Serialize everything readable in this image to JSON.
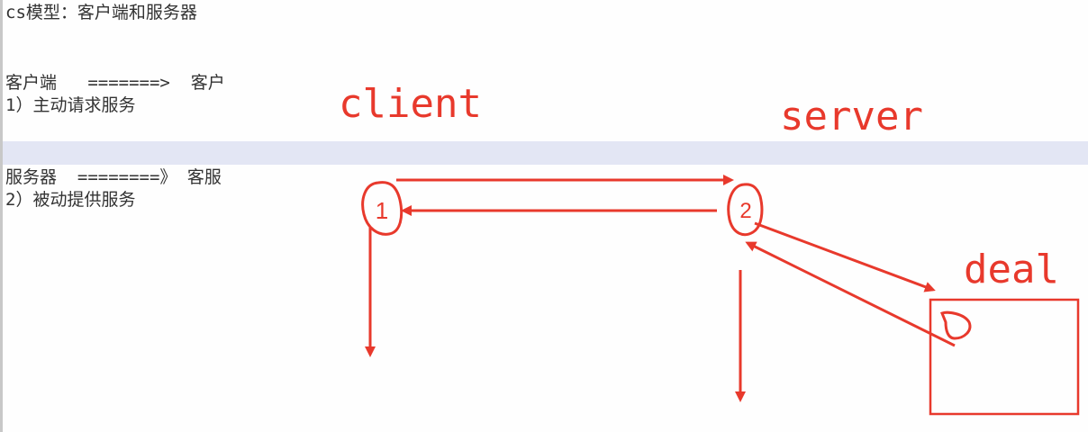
{
  "editor": {
    "lines": {
      "title": "cs模型：客户端和服务器",
      "client_row": "客户端   =======>  客户",
      "client_desc": "1）主动请求服务",
      "server_row": "服务器  ========》 客服",
      "server_desc": "2）被动提供服务"
    }
  },
  "annotations": {
    "client_label": "client",
    "server_label": "server",
    "deal_label": "deal",
    "client_node_glyph": "1",
    "server_node_glyph": "2",
    "deal_node_glyph": "D"
  },
  "colors": {
    "ink": "#e8392c",
    "text": "#333333",
    "highlight": "#e3e6f4"
  }
}
